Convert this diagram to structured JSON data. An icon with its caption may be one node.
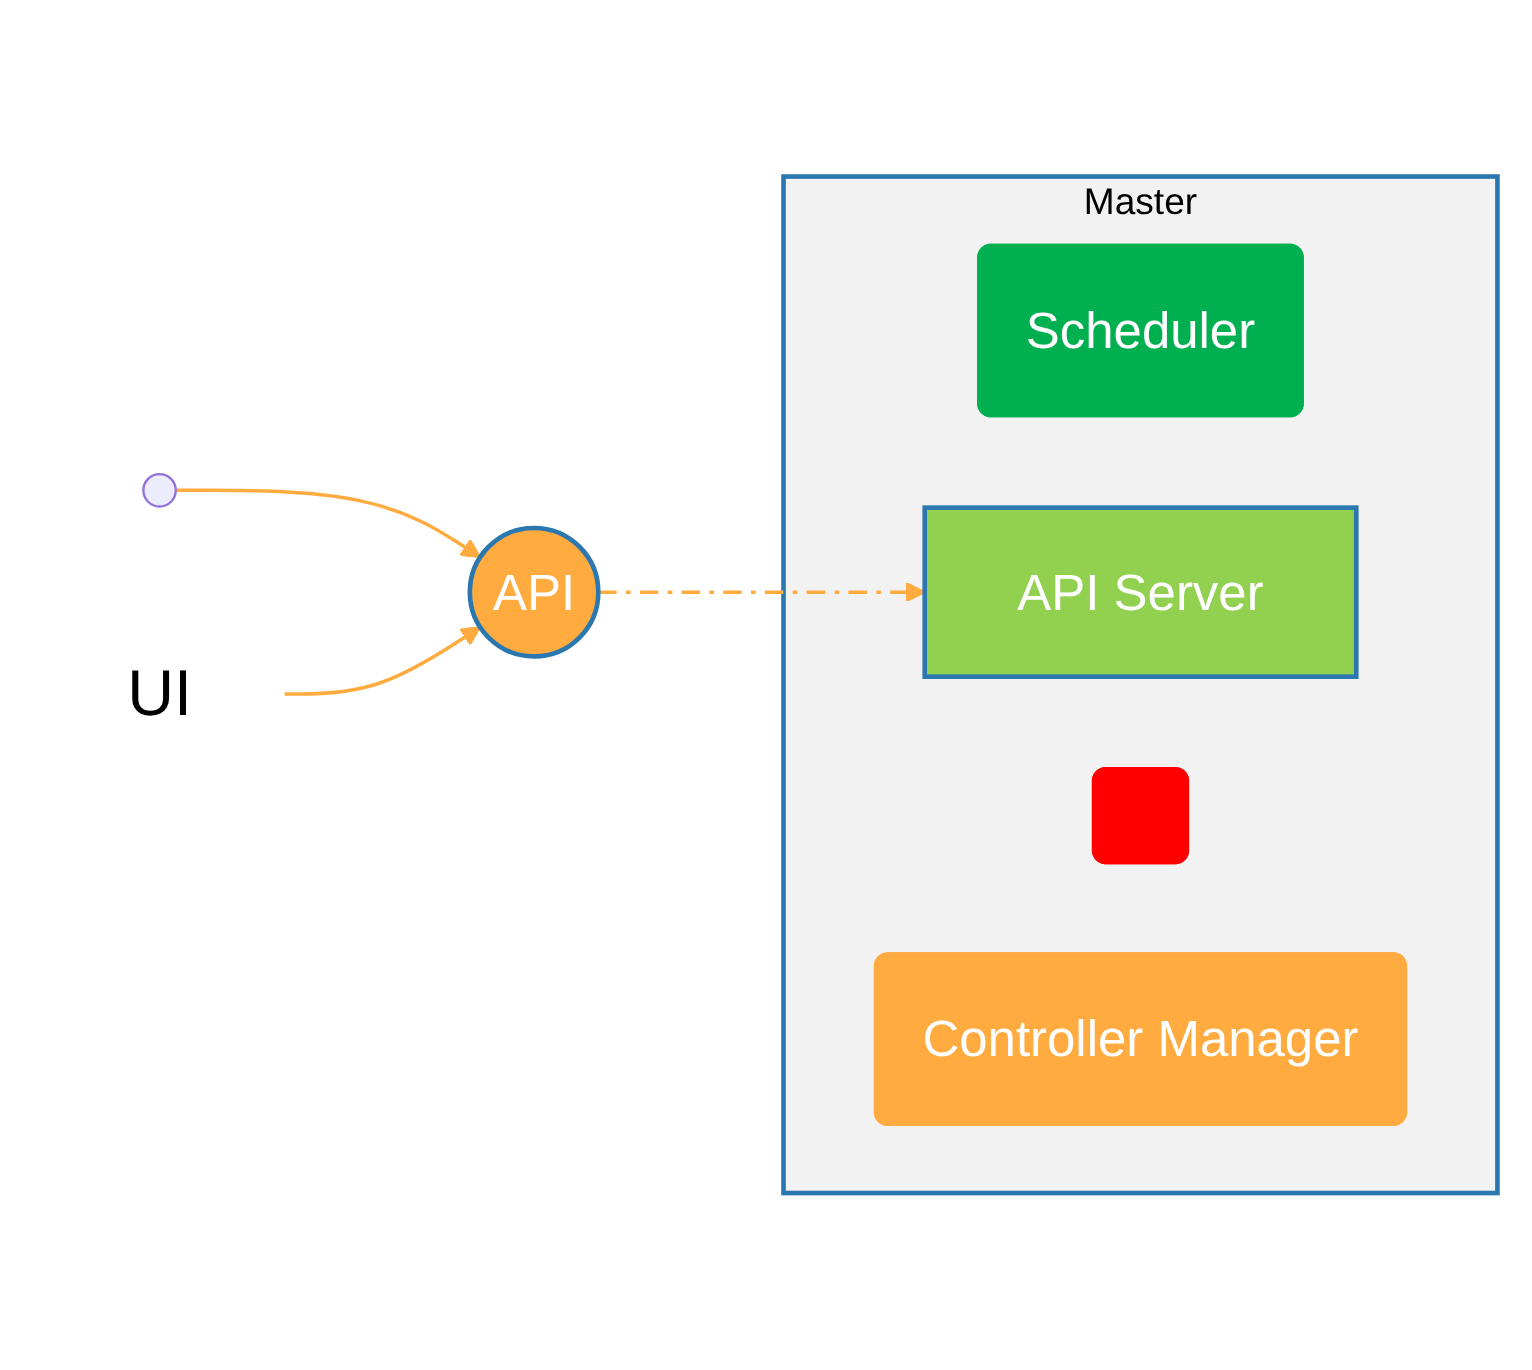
{
  "diagram": {
    "nodes": [
      {
        "text": [],
        "shape": "point"
      },
      {
        "text": [
          "API"
        ]
      },
      {
        "text": [
          "UI"
        ]
      },
      {
        "text": [
          "Master"
        ]
      },
      {
        "text": [
          "Scheduler"
        ],
        "in": 3
      },
      {
        "text": [
          "API Server"
        ],
        "in": 3
      },
      {
        "text": [],
        "shape": "box",
        "in": 3
      },
      {
        "text": [
          "Controller Manager"
        ],
        "in": 3
      }
    ],
    "edges": [
      {
        "from": 0,
        "to": 1,
        "arrow": "to"
      },
      {
        "from": 2,
        "to": 1,
        "arrow": "to"
      },
      {
        "from": 1,
        "to": 5,
        "arrow": "to",
        "style": "dashed"
      }
    ]
  }
}
